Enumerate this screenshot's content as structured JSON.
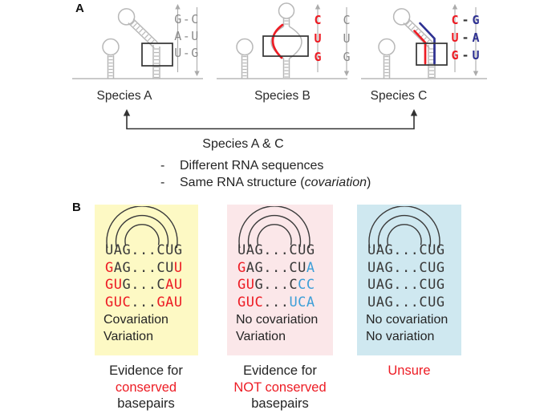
{
  "colors": {
    "red": "#ed1c24",
    "navy_blue": "#2e3192",
    "light_blue": "#3e9fd8",
    "structure_gray": "#b8b8b8",
    "letter_gray": "#8a8a8a",
    "dark_text": "#242424",
    "yellow_box_bg": "#fdf9c4",
    "pink_box_bg": "#fbe7e9",
    "blue_box_bg": "#cfe8f0"
  },
  "panelA": {
    "label": "A",
    "speciesA": {
      "name": "Species A",
      "pairs": [
        "G-C",
        "A-U",
        "U-G"
      ]
    },
    "speciesB": {
      "name": "Species B",
      "left": [
        "C",
        "U",
        "G"
      ],
      "right": [
        "C",
        "U",
        "G"
      ]
    },
    "speciesC": {
      "name": "Species C",
      "left": [
        "C",
        "U",
        "G"
      ],
      "dash": "-",
      "right": [
        "G",
        "A",
        "U"
      ]
    },
    "comparison": {
      "title": "Species A & C",
      "bullet_marker": "-",
      "bullet1": "Different RNA sequences",
      "bullet2_pre": "Same RNA structure (",
      "bullet2_italic": "covariation",
      "bullet2_post": ")"
    }
  },
  "panelB": {
    "label": "B",
    "boxes": [
      {
        "kind": "covariation-evidence",
        "rows": [
          {
            "segments": [
              {
                "t": "UAG...CUG",
                "c": "dark"
              }
            ]
          },
          {
            "segments": [
              {
                "t": "G",
                "c": "red"
              },
              {
                "t": "AG...CU",
                "c": "dark"
              },
              {
                "t": "U",
                "c": "red"
              }
            ]
          },
          {
            "segments": [
              {
                "t": "GU",
                "c": "red"
              },
              {
                "t": "G...C",
                "c": "dark"
              },
              {
                "t": "AU",
                "c": "red"
              }
            ]
          },
          {
            "segments": [
              {
                "t": "GUC",
                "c": "red"
              },
              {
                "t": "...",
                "c": "dark"
              },
              {
                "t": "GAU",
                "c": "red"
              }
            ]
          }
        ],
        "conclusion": [
          "Covariation",
          "Variation"
        ],
        "caption": [
          {
            "t": "Evidence for",
            "c": "dark"
          },
          {
            "t": "conserved",
            "c": "red"
          },
          {
            "t": "basepairs",
            "c": "dark"
          }
        ]
      },
      {
        "kind": "no-covariation-variation",
        "rows": [
          {
            "segments": [
              {
                "t": "UAG...CUG",
                "c": "dark"
              }
            ]
          },
          {
            "segments": [
              {
                "t": "G",
                "c": "red"
              },
              {
                "t": "AG...CU",
                "c": "dark"
              },
              {
                "t": "A",
                "c": "blue"
              }
            ]
          },
          {
            "segments": [
              {
                "t": "GU",
                "c": "red"
              },
              {
                "t": "G...C",
                "c": "dark"
              },
              {
                "t": "CC",
                "c": "blue"
              }
            ]
          },
          {
            "segments": [
              {
                "t": "GUC",
                "c": "red"
              },
              {
                "t": "...",
                "c": "dark"
              },
              {
                "t": "UCA",
                "c": "blue"
              }
            ]
          }
        ],
        "conclusion": [
          "No covariation",
          "Variation"
        ],
        "caption": [
          {
            "t": "Evidence for",
            "c": "dark"
          },
          {
            "t": "NOT conserved",
            "c": "red"
          },
          {
            "t": "basepairs",
            "c": "dark"
          }
        ]
      },
      {
        "kind": "no-variation-unsure",
        "rows": [
          {
            "segments": [
              {
                "t": "UAG...CUG",
                "c": "dark"
              }
            ]
          },
          {
            "segments": [
              {
                "t": "UAG...CUG",
                "c": "dark"
              }
            ]
          },
          {
            "segments": [
              {
                "t": "UAG...CUG",
                "c": "dark"
              }
            ]
          },
          {
            "segments": [
              {
                "t": "UAG...CUG",
                "c": "dark"
              }
            ]
          }
        ],
        "conclusion": [
          "No covariation",
          "No variation"
        ],
        "caption": [
          {
            "t": "Unsure",
            "c": "red"
          }
        ]
      }
    ]
  }
}
